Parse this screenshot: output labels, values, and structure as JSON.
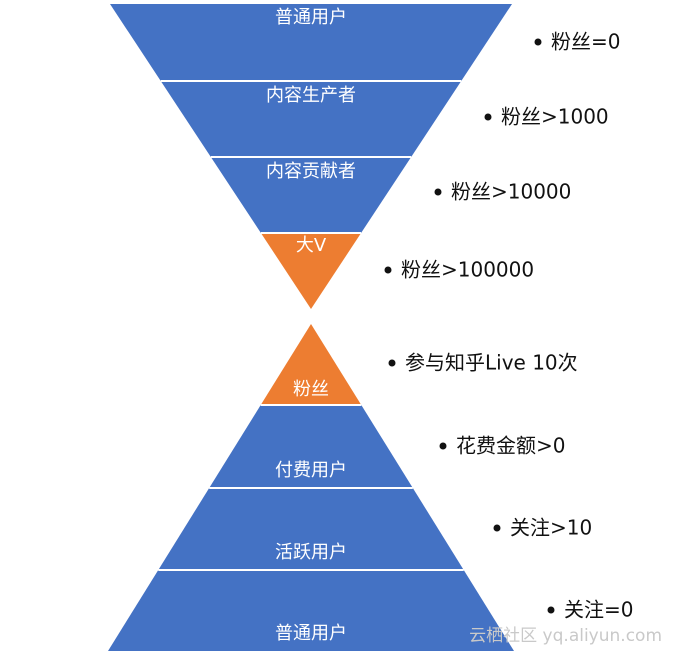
{
  "colors": {
    "blue": "#4472C4",
    "orange": "#ED7D31",
    "divider": "#ffffff"
  },
  "top_funnel": [
    {
      "label": "普通用户",
      "criterion": "粉丝=0",
      "color": "blue"
    },
    {
      "label": "内容生产者",
      "criterion": "粉丝>1000",
      "color": "blue"
    },
    {
      "label": "内容贡献者",
      "criterion": "粉丝>10000",
      "color": "blue"
    },
    {
      "label": "大V",
      "criterion": "粉丝>100000",
      "color": "orange"
    }
  ],
  "bottom_pyramid": [
    {
      "label": "粉丝",
      "criterion": "参与知乎Live 10次",
      "color": "orange"
    },
    {
      "label": "付费用户",
      "criterion": "花费金额>0",
      "color": "blue"
    },
    {
      "label": "活跃用户",
      "criterion": "关注>10",
      "color": "blue"
    },
    {
      "label": "普通用户",
      "criterion": "关注=0",
      "color": "blue"
    }
  ],
  "watermark": "云栖社区 yq.aliyun.com"
}
